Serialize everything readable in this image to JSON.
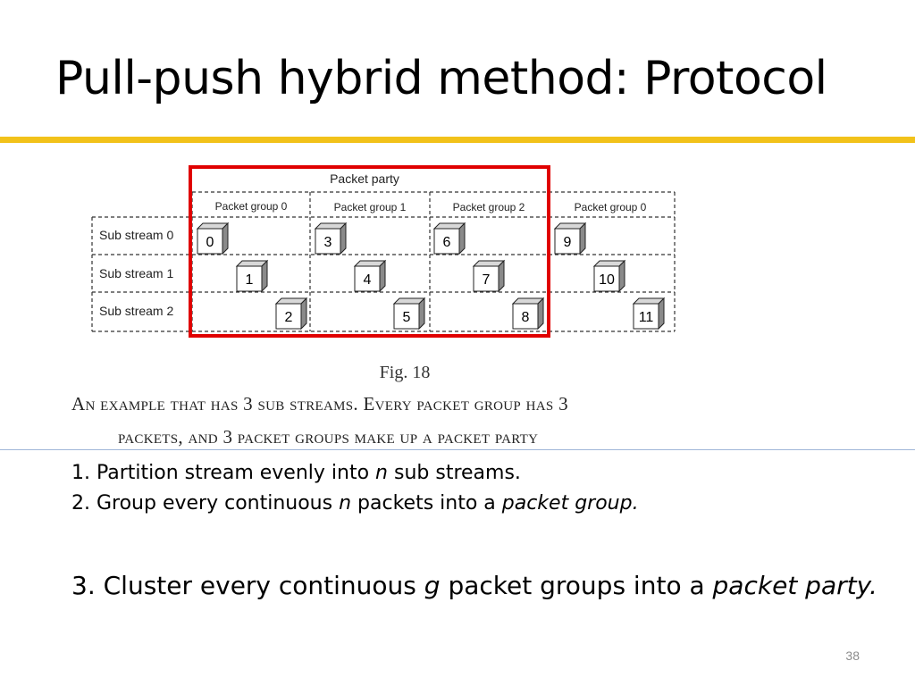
{
  "slide": {
    "title": "Pull-push hybrid method: Protocol",
    "page_number": "38"
  },
  "figure": {
    "party_label": "Packet party",
    "groups": [
      "Packet group 0",
      "Packet group 1",
      "Packet group 2",
      "Packet group 0"
    ],
    "streams": [
      "Sub stream 0",
      "Sub stream 1",
      "Sub stream 2"
    ],
    "packets": [
      "0",
      "1",
      "2",
      "3",
      "4",
      "5",
      "6",
      "7",
      "8",
      "9",
      "10",
      "11"
    ],
    "highlight_color": "#e00000",
    "fig_label": "Fig. 18",
    "caption_line1": "An example that has 3 sub streams. Every packet group has 3",
    "caption_line2": "packets, and 3 packet groups make up a packet party"
  },
  "steps": {
    "s1_prefix": "1. Partition stream evenly into ",
    "s1_var": "n",
    "s1_suffix": " sub streams.",
    "s2_prefix": "2. Group every continuous ",
    "s2_var": "n",
    "s2_mid": " packets into a ",
    "s2_term": "packet group.",
    "s3_prefix": "3. Cluster every continuous ",
    "s3_var": "g",
    "s3_mid": " packet groups into a ",
    "s3_term": "packet party."
  }
}
